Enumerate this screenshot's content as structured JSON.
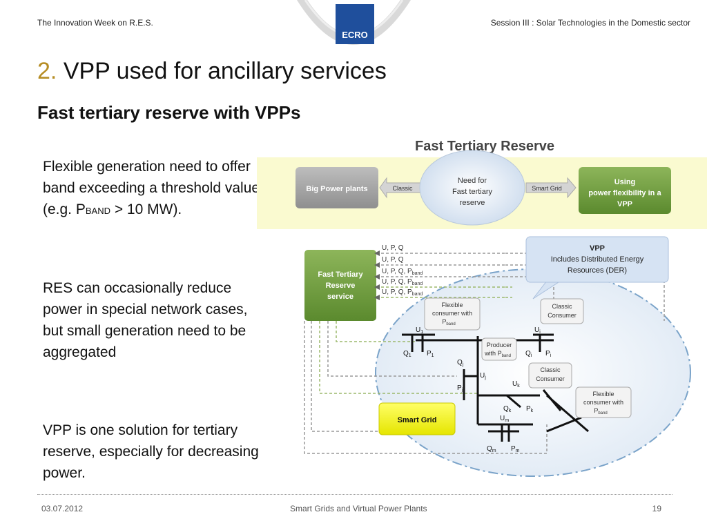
{
  "header": {
    "left": "The Innovation Week on R.E.S.",
    "right": "Session III : Solar Technologies in the Domestic sector",
    "logo": "ECRO"
  },
  "title": {
    "number": "2.",
    "text": "VPP used for ancillary services"
  },
  "subtitle": "Fast tertiary reserve with VPPs",
  "bullets": {
    "p1_main": "Flexible generation need to offer band exceeding a threshold value (e.g. P",
    "p1_sub": "BAND",
    "p1_tail": " > 10 MW).",
    "p2": "RES can occasionally reduce power in special network cases, but small generation need to be aggregated",
    "p3": "VPP is one solution for tertiary reserve, especially for decreasing power."
  },
  "diagram": {
    "title": "Fast Tertiary Reserve",
    "big_power": "Big Power plants",
    "classic_arrow": "Classic",
    "need_for": [
      "Need for",
      "Fast tertiary",
      "reserve"
    ],
    "smart_grid_arrow": "Smart Grid",
    "using_vpp": [
      "Using",
      "power flexibility in a",
      "VPP"
    ],
    "fast_tertiary_service": [
      "Fast Tertiary",
      "Reserve",
      "service"
    ],
    "signals": [
      "U, P, Q",
      "U, P, Q",
      "U, P, Q, P",
      "U, P, Q, P",
      "U, P, Q, P"
    ],
    "band_sub": "band",
    "vpp_callout": {
      "title": "VPP",
      "lines": [
        "Includes Distributed Energy",
        "Resources (DER)"
      ]
    },
    "flexible_consumer_1": [
      "Flexible",
      "consumer with",
      "P"
    ],
    "classic_consumer_1": [
      "Classic",
      "Consumer"
    ],
    "producer": [
      "Producer",
      "with P"
    ],
    "classic_consumer_2": [
      "Classic",
      "Consumer"
    ],
    "flexible_consumer_2": [
      "Flexible",
      "consumer with",
      "P"
    ],
    "smart_grid": "Smart Grid",
    "node_labels": {
      "u1": "U",
      "u1_sub": "1",
      "q1": "Q",
      "q1_sub": "1",
      "p1": "P",
      "p1_sub": "1",
      "ui": "U",
      "ui_sub": "i",
      "qi": "Q",
      "qi_sub": "i",
      "pi": "P",
      "pi_sub": "i",
      "qj": "Q",
      "qj_sub": "j",
      "uj": "U",
      "uj_sub": "j",
      "pj": "P",
      "pj_sub": "j",
      "uk": "U",
      "uk_sub": "k",
      "qk": "Q",
      "qk_sub": "k",
      "pk": "P",
      "pk_sub": "k",
      "um": "U",
      "um_sub": "m",
      "qm": "Q",
      "qm_sub": "m",
      "pm": "P",
      "pm_sub": "m"
    }
  },
  "footer": {
    "date": "03.07.2012",
    "center": "Smart Grids and Virtual Power Plants",
    "page": "19"
  }
}
